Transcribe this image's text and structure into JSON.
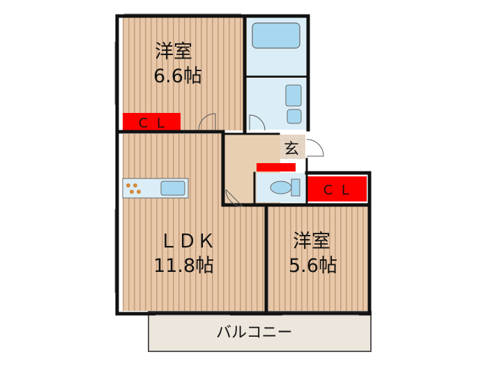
{
  "floorplan": {
    "rooms": {
      "western_top": {
        "name": "洋室",
        "size": "6.6帖"
      },
      "ldk": {
        "name": "ＬＤＫ",
        "size": "11.8帖"
      },
      "western_right": {
        "name": "洋室",
        "size": "5.6帖"
      }
    },
    "closet_top": "ＣＬ",
    "closet_right": "ＣＬ",
    "entrance": "玄",
    "balcony": "バルコニー"
  },
  "colors": {
    "floor": "#e8c8a8",
    "floor_stripe": "#c09a7a",
    "wet_area": "#dbeef8",
    "entrance_floor": "#e9cfb2",
    "closet": "#ff0000",
    "wall": "#111111",
    "balcony": "#ece6dc"
  }
}
